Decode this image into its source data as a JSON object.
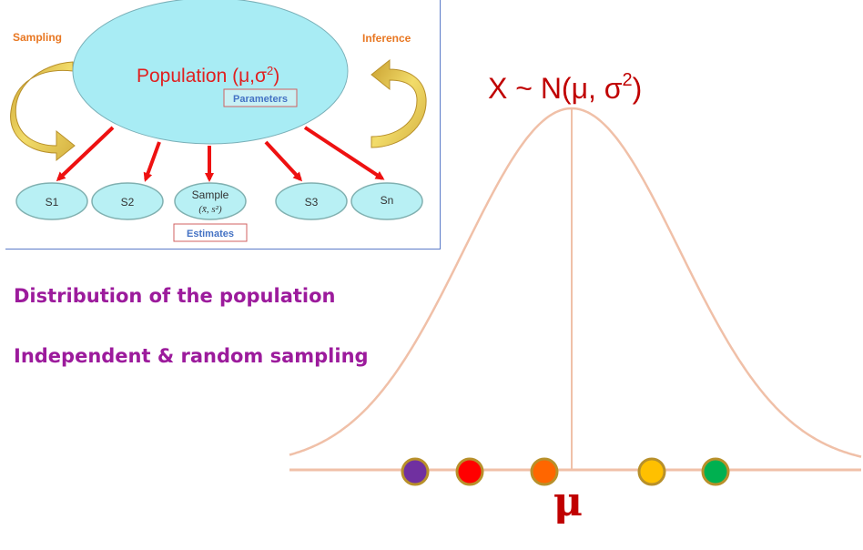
{
  "inset": {
    "sampling_label": "Sampling",
    "inference_label": "Inference",
    "population_label": "Population (μ,σ",
    "population_sup": "2",
    "population_close": ")",
    "parameters_label": "Parameters",
    "estimates_label": "Estimates",
    "samples": [
      "S1",
      "S2",
      "Sample",
      "S3",
      "Sn"
    ],
    "sample_stats": "(x̄, s²)"
  },
  "bullets": [
    "Distribution of the population",
    "Independent & random sampling"
  ],
  "curve": {
    "formula_main": "X ~ N(μ, σ",
    "formula_sup": "2",
    "formula_close": ")",
    "mean_label": "μ",
    "curve_color": "#f0c0a8",
    "label_color": "#c00000"
  },
  "points": [
    {
      "color": "#7030a0"
    },
    {
      "color": "#ff0000"
    },
    {
      "color": "#ff6600"
    },
    {
      "color": "#ffc000"
    },
    {
      "color": "#00b050"
    }
  ],
  "colors": {
    "population_fill": "#a8ecf4",
    "sample_fill": "#b8f0f4",
    "arrow_red": "#ee1111",
    "curved_arrow": "#e6c84a",
    "label_orange": "#e87722",
    "label_blue": "#4472c4",
    "bullet_text": "#9c1b9c"
  }
}
